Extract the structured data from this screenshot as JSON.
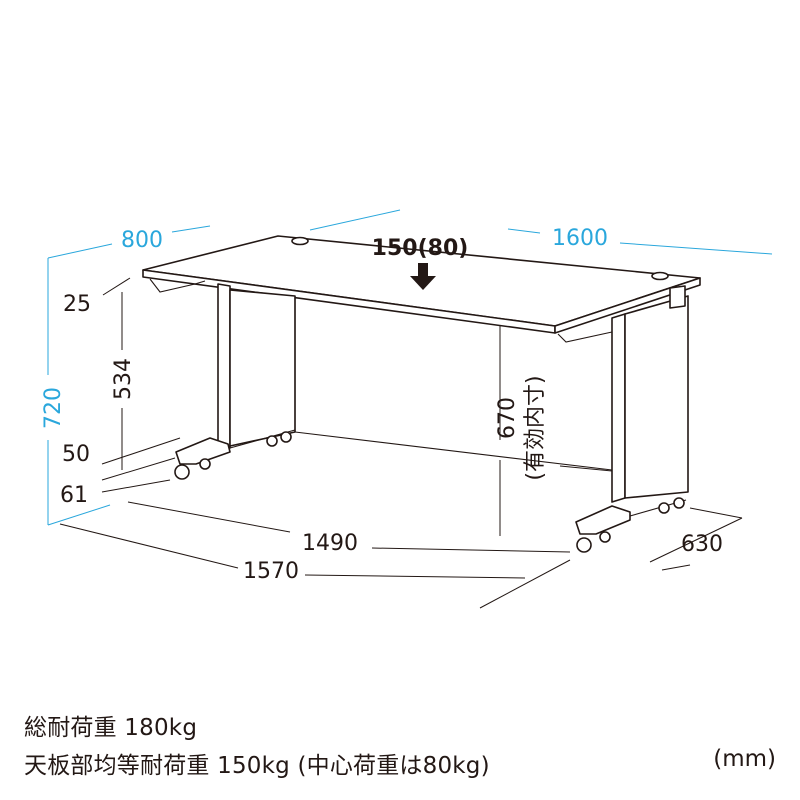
{
  "load": {
    "label": "150(80)"
  },
  "dimensions": {
    "width_top": "1600",
    "depth_top": "800",
    "height_total": "720",
    "top_thickness": "25",
    "apron_height": "534",
    "base_height": "50",
    "caster_height": "61",
    "inner_height": "670",
    "inner_height_note": "(有効内寸)",
    "inner_width": "1490",
    "base_width": "1570",
    "base_depth": "630"
  },
  "captions": {
    "line1": "総耐荷重 180kg",
    "line2": "天板部均等耐荷重 150kg (中心荷重は80kg)",
    "unit": "(mm)"
  },
  "colors": {
    "accent": "#2aa7dc",
    "ink": "#231815"
  }
}
